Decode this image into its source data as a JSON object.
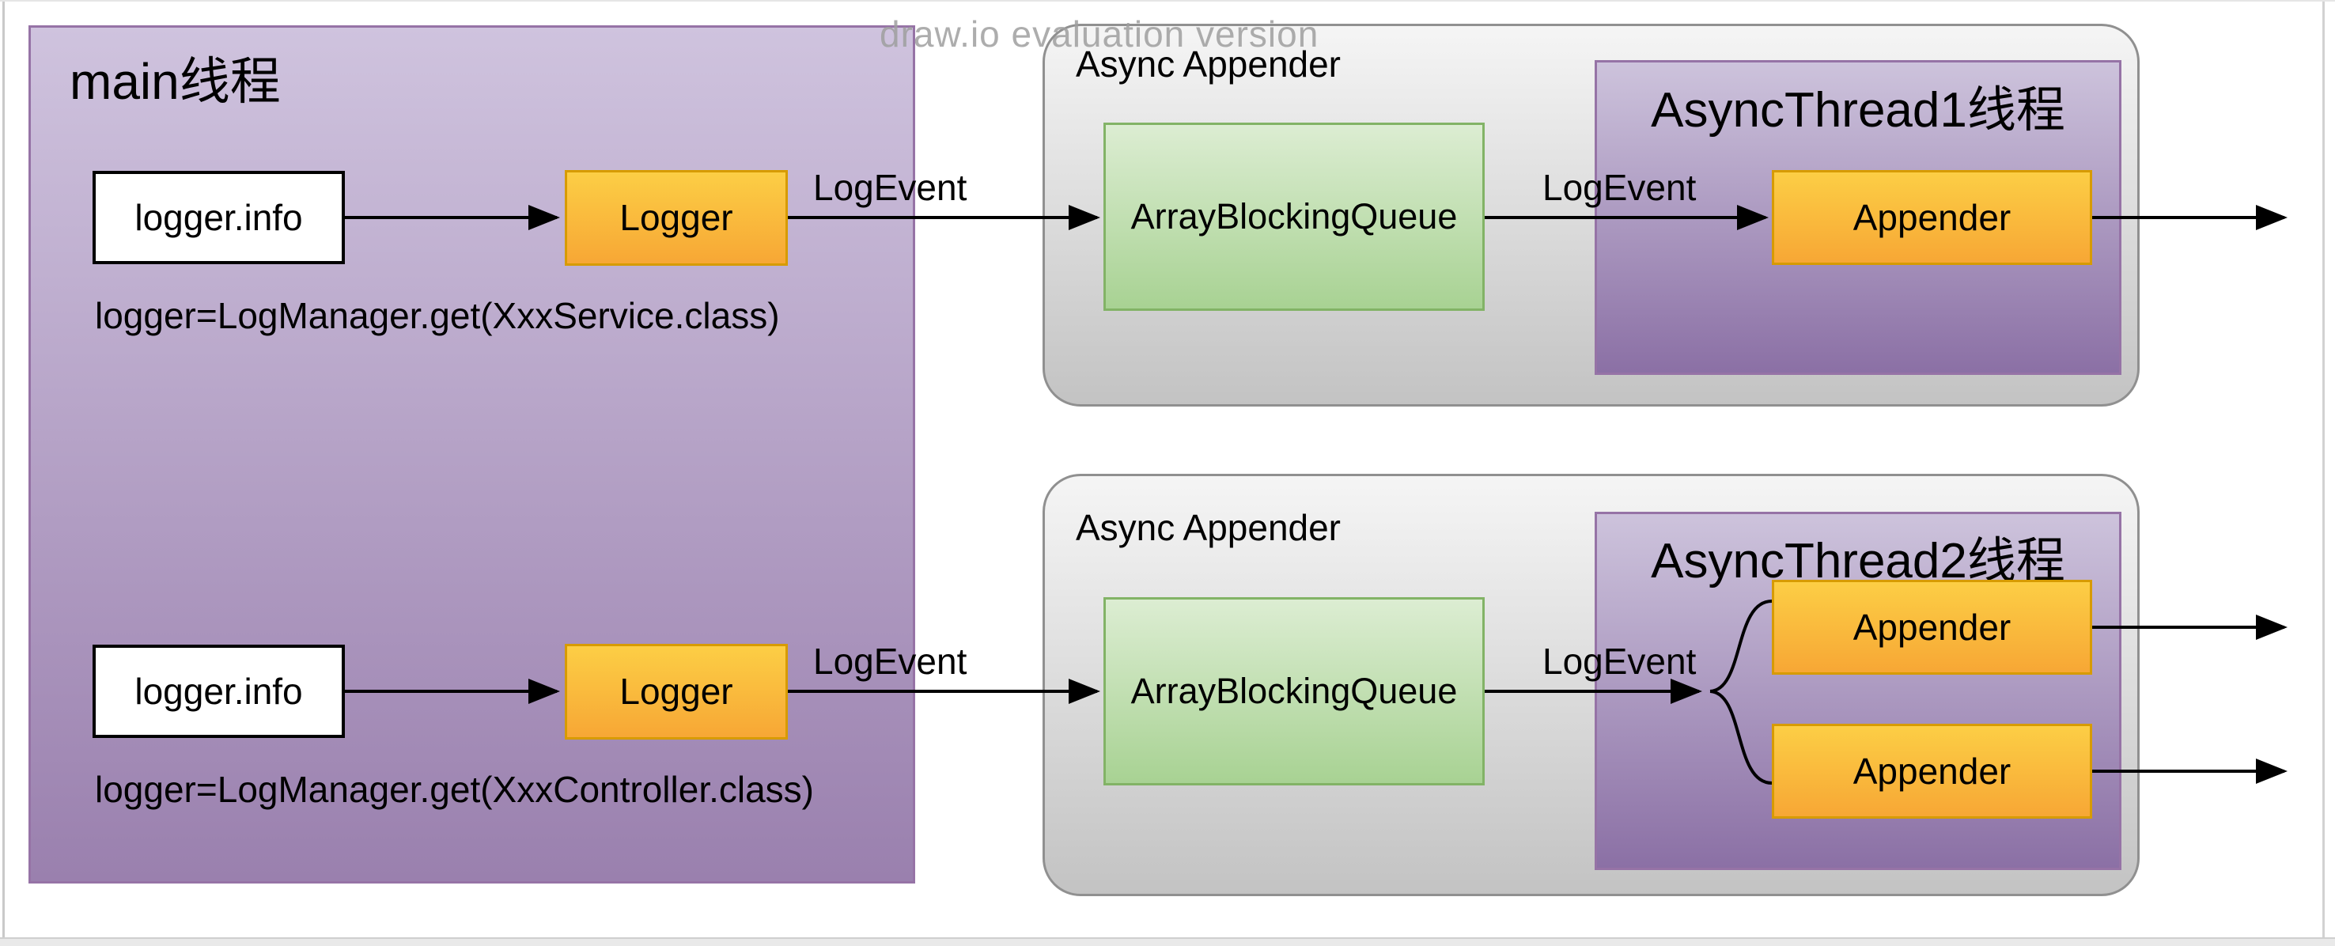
{
  "watermark": "draw.io evaluation version",
  "main": {
    "title": "main线程",
    "flow1": {
      "source": "logger.info",
      "logger": "Logger",
      "event": "LogEvent",
      "note": "logger=LogManager.get(XxxService.class)"
    },
    "flow2": {
      "source": "logger.info",
      "logger": "Logger",
      "event": "LogEvent",
      "note": "logger=LogManager.get(XxxController.class)"
    }
  },
  "async1": {
    "label": "Async Appender",
    "queue": "ArrayBlockingQueue",
    "event": "LogEvent",
    "thread_title": "AsyncThread1线程",
    "appender": "Appender"
  },
  "async2": {
    "label": "Async Appender",
    "queue": "ArrayBlockingQueue",
    "event": "LogEvent",
    "thread_title": "AsyncThread2线程",
    "appender1": "Appender",
    "appender2": "Appender"
  },
  "colors": {
    "purple_top": "#cfc3de",
    "purple_bottom": "#9a80ae",
    "purple_border": "#9673a6",
    "orange_top": "#fcce45",
    "orange_bottom": "#f7a735",
    "orange_border": "#d79b00",
    "green_top": "#dcedd2",
    "green_bottom": "#a8d293",
    "green_border": "#82b366",
    "gray_top": "#f5f5f5",
    "gray_bottom": "#c3c3c3",
    "gray_border": "#909090",
    "arrow": "#000000",
    "watermark_gray": "#9f9f9f"
  }
}
